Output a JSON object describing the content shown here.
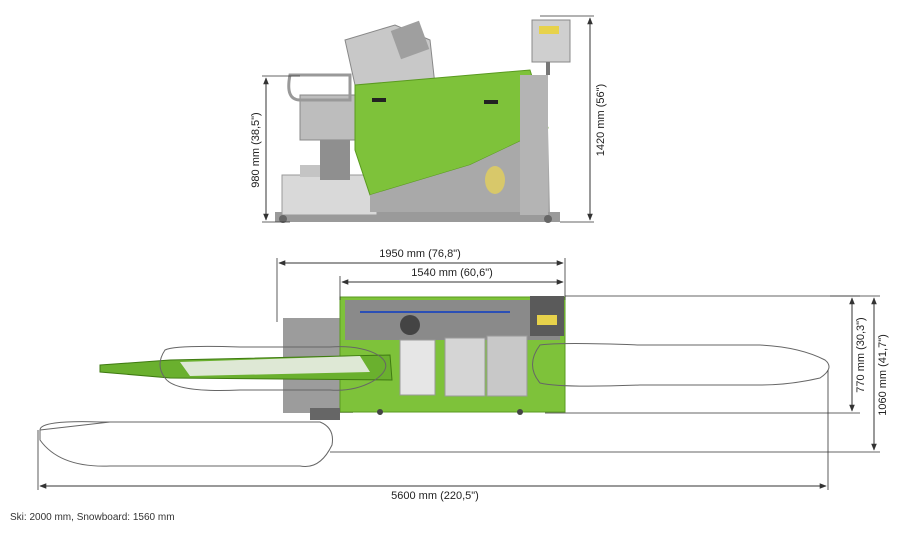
{
  "dimensions": {
    "side_height_total": "1420 mm (56\")",
    "side_height_body": "980 mm (38,5\")",
    "top_length_1950": "1950 mm (76,8\")",
    "top_length_1540": "1540 mm (60,6\")",
    "top_width_770": "770 mm (30,3\")",
    "top_width_1060": "1060 mm (41,7\")",
    "overall_length": "5600 mm (220,5\")"
  },
  "caption": "Ski: 2000 mm, Snowboard: 1560 mm",
  "colors": {
    "machine_green": "#7ec23a",
    "machine_grey": "#a9a9a9",
    "dim_line": "#333333"
  }
}
